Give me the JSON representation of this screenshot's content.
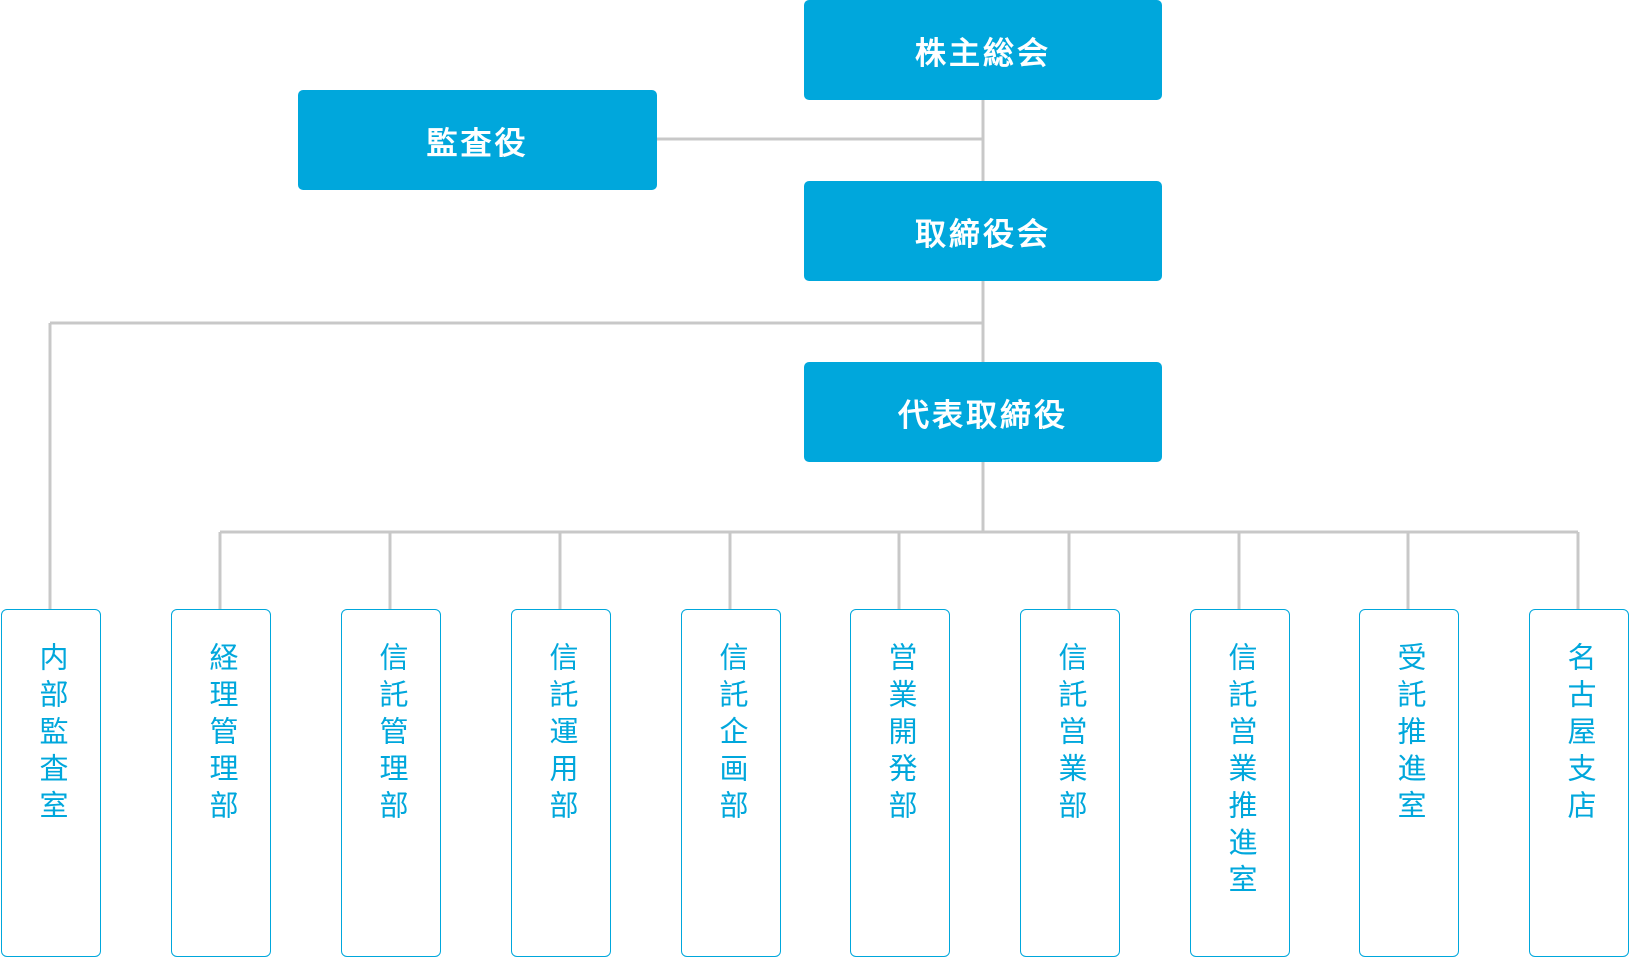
{
  "nodes": {
    "shareholders": "株主総会",
    "auditor": "監査役",
    "board": "取締役会",
    "president": "代表取締役"
  },
  "departments": [
    "内部監査室",
    "経理管理部",
    "信託管理部",
    "信託運用部",
    "信託企画部",
    "営業開発部",
    "信託営業部",
    "信託営業推進室",
    "受託推進室",
    "名古屋支店"
  ],
  "colors": {
    "box_fill": "#00a7dc",
    "box_text": "#ffffff",
    "connector": "#c8c8c8"
  }
}
